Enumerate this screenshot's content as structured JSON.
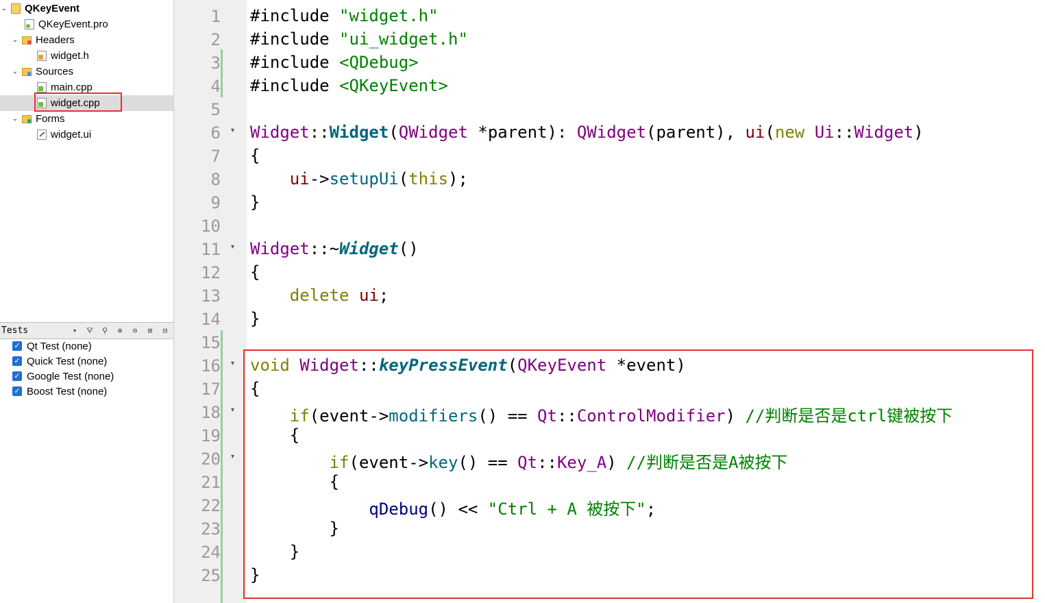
{
  "project_tree": {
    "project": "QKeyEvent",
    "items": [
      {
        "label": "QKeyEvent.pro",
        "kind": "pro-file"
      },
      {
        "label": "Headers",
        "kind": "folder"
      },
      {
        "label": "widget.h",
        "kind": "header-file"
      },
      {
        "label": "Sources",
        "kind": "folder"
      },
      {
        "label": "main.cpp",
        "kind": "cpp-file"
      },
      {
        "label": "widget.cpp",
        "kind": "cpp-file",
        "selected": true
      },
      {
        "label": "Forms",
        "kind": "folder"
      },
      {
        "label": "widget.ui",
        "kind": "ui-file"
      }
    ]
  },
  "tests_pane": {
    "title": "Tests",
    "toolbar_icons": [
      "dropdown-icon",
      "filter-icon",
      "run-icon",
      "expand-icon",
      "collapse-icon",
      "split-icon",
      "close-icon"
    ],
    "items": [
      {
        "label": "Qt Test (none)",
        "checked": true
      },
      {
        "label": "Quick Test (none)",
        "checked": true
      },
      {
        "label": "Google Test (none)",
        "checked": true
      },
      {
        "label": "Boost Test (none)",
        "checked": true
      }
    ]
  },
  "editor": {
    "accent_highlight": "#e4322b",
    "lines": [
      {
        "n": "1",
        "fold": false,
        "tokens": [
          [
            "",
            "#include "
          ],
          [
            "str",
            "\"widget.h\""
          ]
        ]
      },
      {
        "n": "2",
        "fold": false,
        "tokens": [
          [
            "",
            "#include "
          ],
          [
            "str",
            "\"ui_widget.h\""
          ]
        ]
      },
      {
        "n": "3",
        "fold": false,
        "tokens": [
          [
            "",
            "#include "
          ],
          [
            "str",
            "<QDebug>"
          ]
        ]
      },
      {
        "n": "4",
        "fold": false,
        "tokens": [
          [
            "",
            "#include "
          ],
          [
            "str",
            "<QKeyEvent>"
          ]
        ]
      },
      {
        "n": "5",
        "fold": false,
        "tokens": []
      },
      {
        "n": "6",
        "fold": true,
        "tokens": [
          [
            "cls",
            "Widget"
          ],
          [
            "",
            "::"
          ],
          [
            "fnb",
            "Widget"
          ],
          [
            "",
            "("
          ],
          [
            "cls",
            "QWidget"
          ],
          [
            "",
            " *parent): "
          ],
          [
            "cls",
            "QWidget"
          ],
          [
            "",
            "(parent), "
          ],
          [
            "mem",
            "ui"
          ],
          [
            "",
            "("
          ],
          [
            "kw",
            "new"
          ],
          [
            "",
            " "
          ],
          [
            "cls",
            "Ui"
          ],
          [
            "",
            "::"
          ],
          [
            "cls",
            "Widget"
          ],
          [
            "",
            ")"
          ]
        ]
      },
      {
        "n": "7",
        "fold": false,
        "tokens": [
          [
            "",
            "{"
          ]
        ]
      },
      {
        "n": "8",
        "fold": false,
        "tokens": [
          [
            "",
            "    "
          ],
          [
            "mem",
            "ui"
          ],
          [
            "",
            "->"
          ],
          [
            "fn",
            "setupUi"
          ],
          [
            "",
            "("
          ],
          [
            "kw",
            "this"
          ],
          [
            "",
            ");"
          ]
        ]
      },
      {
        "n": "9",
        "fold": false,
        "tokens": [
          [
            "",
            "}"
          ]
        ]
      },
      {
        "n": "10",
        "fold": false,
        "tokens": []
      },
      {
        "n": "11",
        "fold": true,
        "tokens": [
          [
            "cls",
            "Widget"
          ],
          [
            "",
            "::~"
          ],
          [
            "fni",
            "Widget"
          ],
          [
            "",
            "()"
          ]
        ]
      },
      {
        "n": "12",
        "fold": false,
        "tokens": [
          [
            "",
            "{"
          ]
        ]
      },
      {
        "n": "13",
        "fold": false,
        "tokens": [
          [
            "",
            "    "
          ],
          [
            "kw",
            "delete"
          ],
          [
            "",
            " "
          ],
          [
            "mem",
            "ui"
          ],
          [
            "",
            ";"
          ]
        ]
      },
      {
        "n": "14",
        "fold": false,
        "tokens": [
          [
            "",
            "}"
          ]
        ]
      },
      {
        "n": "15",
        "fold": false,
        "tokens": []
      },
      {
        "n": "16",
        "fold": true,
        "tokens": [
          [
            "kw",
            "void"
          ],
          [
            "",
            " "
          ],
          [
            "cls",
            "Widget"
          ],
          [
            "",
            "::"
          ],
          [
            "fni",
            "keyPressEvent"
          ],
          [
            "",
            "("
          ],
          [
            "cls",
            "QKeyEvent"
          ],
          [
            "",
            " *event)"
          ]
        ]
      },
      {
        "n": "17",
        "fold": false,
        "tokens": [
          [
            "",
            "{"
          ]
        ]
      },
      {
        "n": "18",
        "fold": true,
        "tokens": [
          [
            "",
            "    "
          ],
          [
            "kw",
            "if"
          ],
          [
            "",
            "(event->"
          ],
          [
            "fn",
            "modifiers"
          ],
          [
            "",
            "() == "
          ],
          [
            "cls",
            "Qt"
          ],
          [
            "",
            "::"
          ],
          [
            "cls",
            "ControlModifier"
          ],
          [
            "",
            ") "
          ],
          [
            "cmt",
            "//判断是否是ctrl键被按下"
          ]
        ]
      },
      {
        "n": "19",
        "fold": false,
        "tokens": [
          [
            "",
            "    {"
          ]
        ]
      },
      {
        "n": "20",
        "fold": true,
        "tokens": [
          [
            "",
            "        "
          ],
          [
            "kw",
            "if"
          ],
          [
            "",
            "(event->"
          ],
          [
            "fn",
            "key"
          ],
          [
            "",
            "() == "
          ],
          [
            "cls",
            "Qt"
          ],
          [
            "",
            "::"
          ],
          [
            "cls",
            "Key_A"
          ],
          [
            "",
            ") "
          ],
          [
            "cmt",
            "//判断是否是A被按下"
          ]
        ]
      },
      {
        "n": "21",
        "fold": false,
        "tokens": [
          [
            "",
            "        {"
          ]
        ]
      },
      {
        "n": "22",
        "fold": false,
        "tokens": [
          [
            "",
            "            "
          ],
          [
            "dbg",
            "qDebug"
          ],
          [
            "",
            "() << "
          ],
          [
            "str",
            "\"Ctrl + A 被按下\""
          ],
          [
            "",
            ";"
          ]
        ]
      },
      {
        "n": "23",
        "fold": false,
        "tokens": [
          [
            "",
            "        }"
          ]
        ]
      },
      {
        "n": "24",
        "fold": false,
        "tokens": [
          [
            "",
            "    }"
          ]
        ]
      },
      {
        "n": "25",
        "fold": false,
        "tokens": [
          [
            "",
            "}"
          ]
        ]
      }
    ]
  }
}
